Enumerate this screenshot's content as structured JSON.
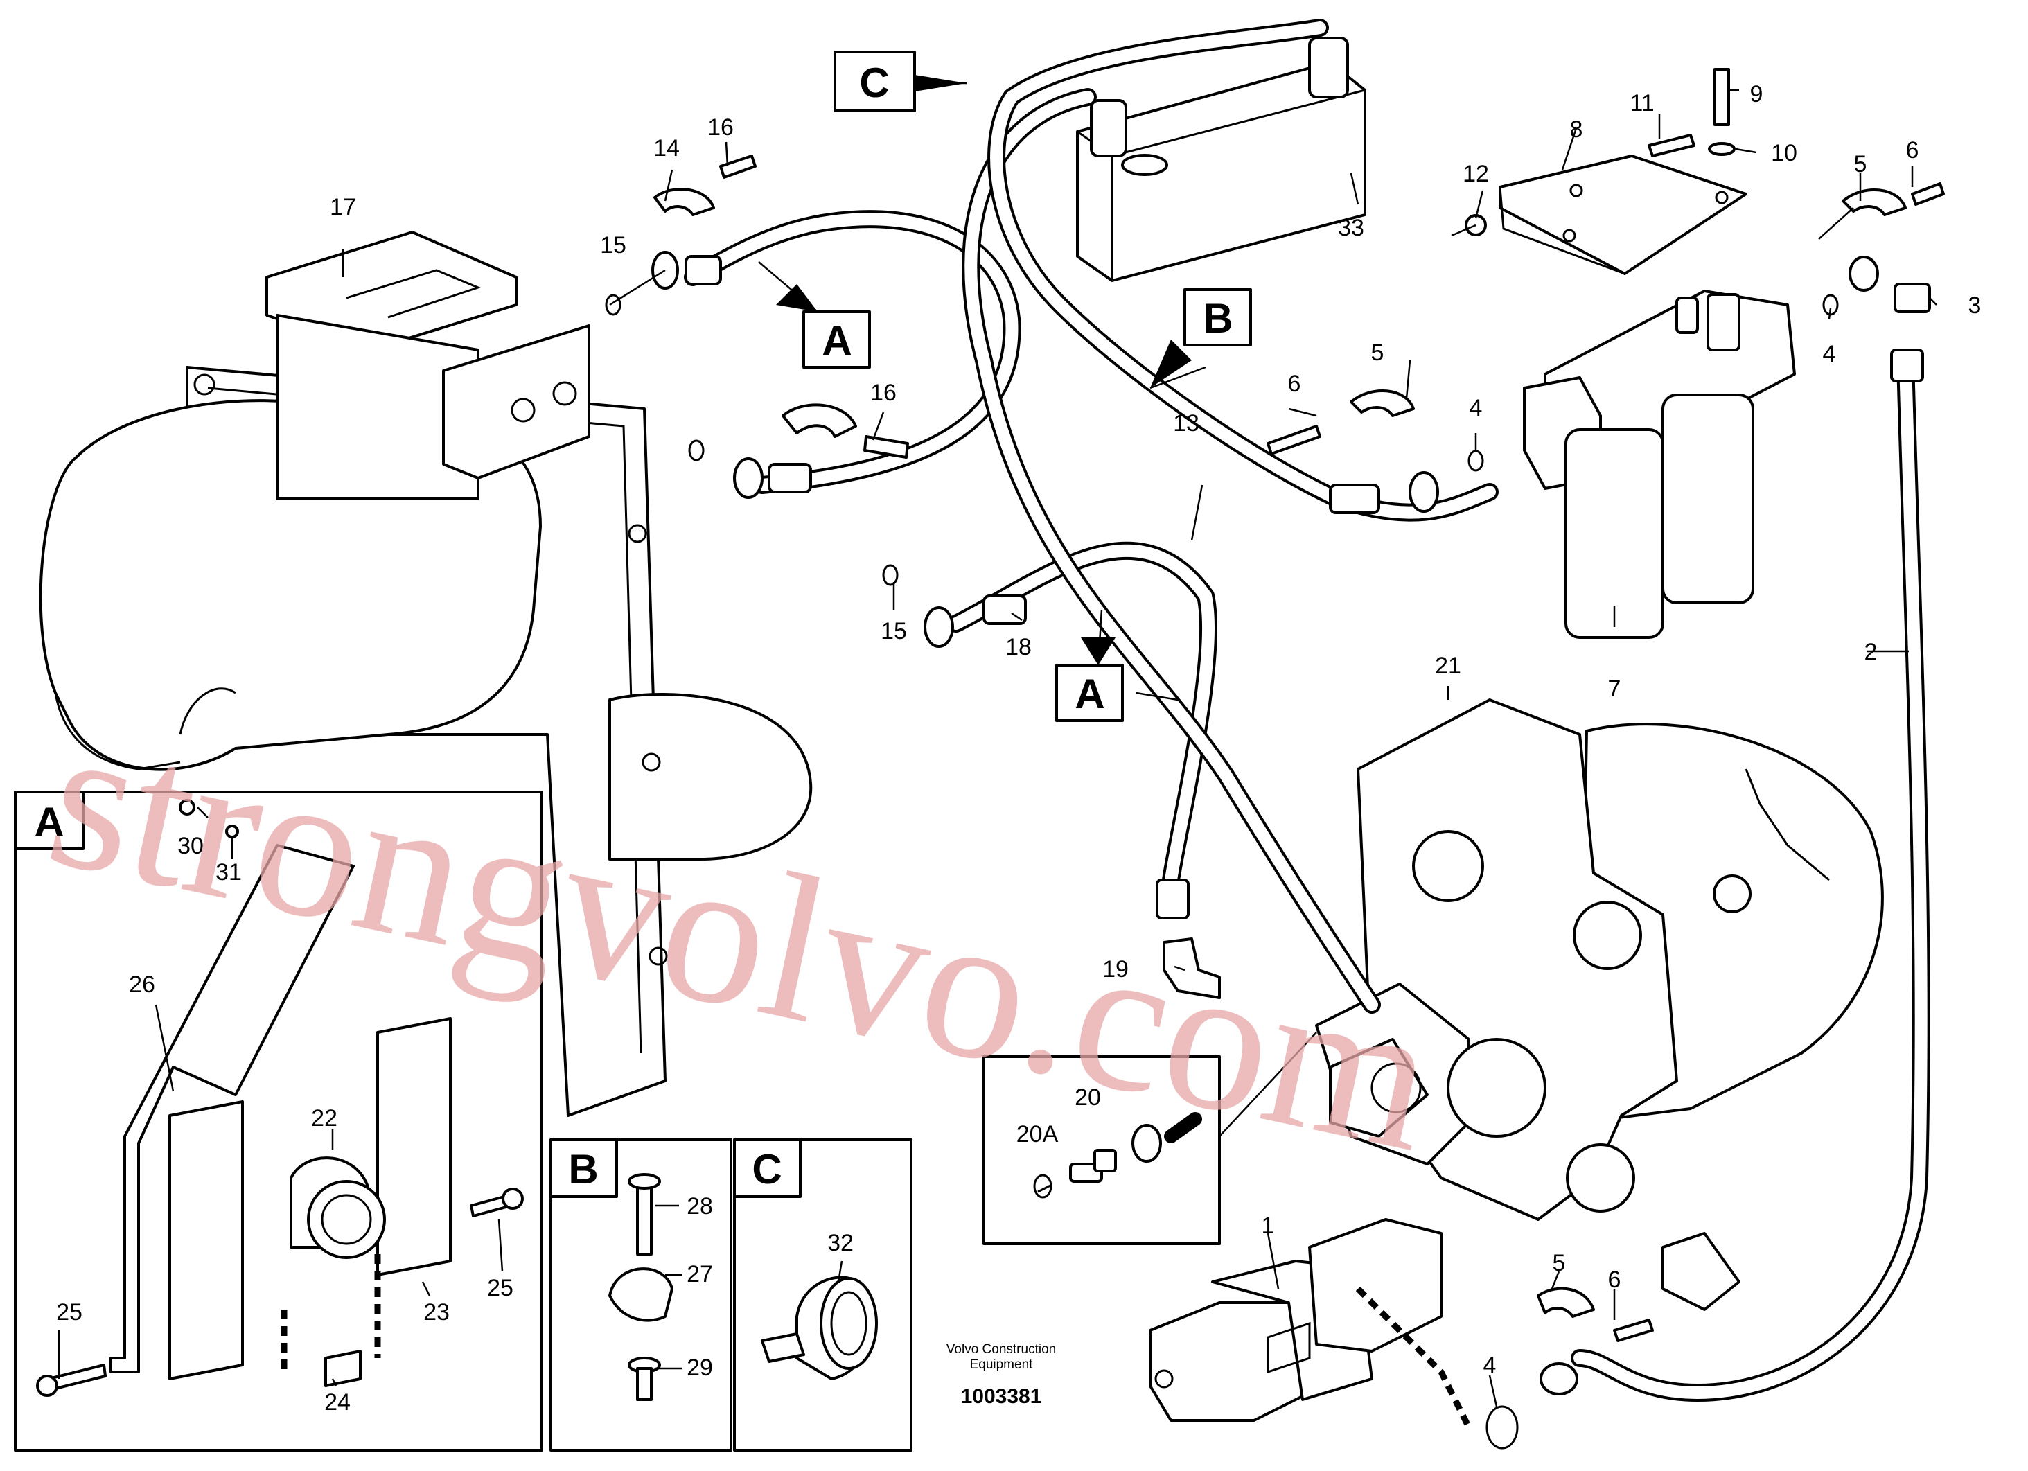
{
  "watermark": "strongvolvo.com",
  "branding": {
    "line1": "Volvo Construction",
    "line2": "Equipment"
  },
  "doc_number": "1003381",
  "view_refs": {
    "a": "A",
    "b": "B",
    "c": "C"
  },
  "inset_boxes": {
    "a": "A",
    "b": "B",
    "c": "C"
  },
  "part_labels": {
    "p1": "1",
    "p2": "2",
    "p3": "3",
    "p4": "4",
    "p5": "5",
    "p6": "6",
    "p7": "7",
    "p8": "8",
    "p9": "9",
    "p10": "10",
    "p11": "11",
    "p12": "12",
    "p13": "13",
    "p14": "14",
    "p15": "15",
    "p16": "16",
    "p17": "17",
    "p18": "18",
    "p19": "19",
    "p20": "20",
    "p20a": "20A",
    "p21": "21",
    "p22": "22",
    "p23": "23",
    "p24": "24",
    "p25": "25",
    "p26": "26",
    "p27": "27",
    "p28": "28",
    "p29": "29",
    "p30": "30",
    "p31": "31",
    "p32": "32",
    "p33": "33"
  }
}
